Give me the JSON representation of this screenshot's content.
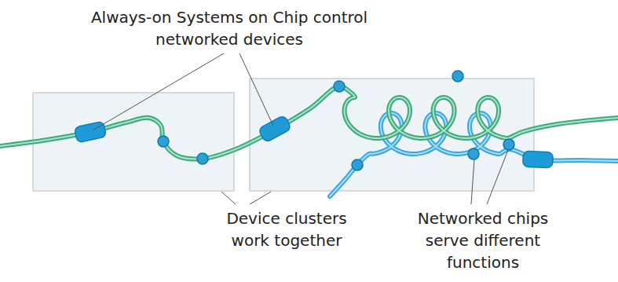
{
  "diagram": {
    "labels": [
      "Always-on Systems on Chip control networked devices",
      "Device clusters work together",
      "Networked chips serve different functions"
    ]
  }
}
